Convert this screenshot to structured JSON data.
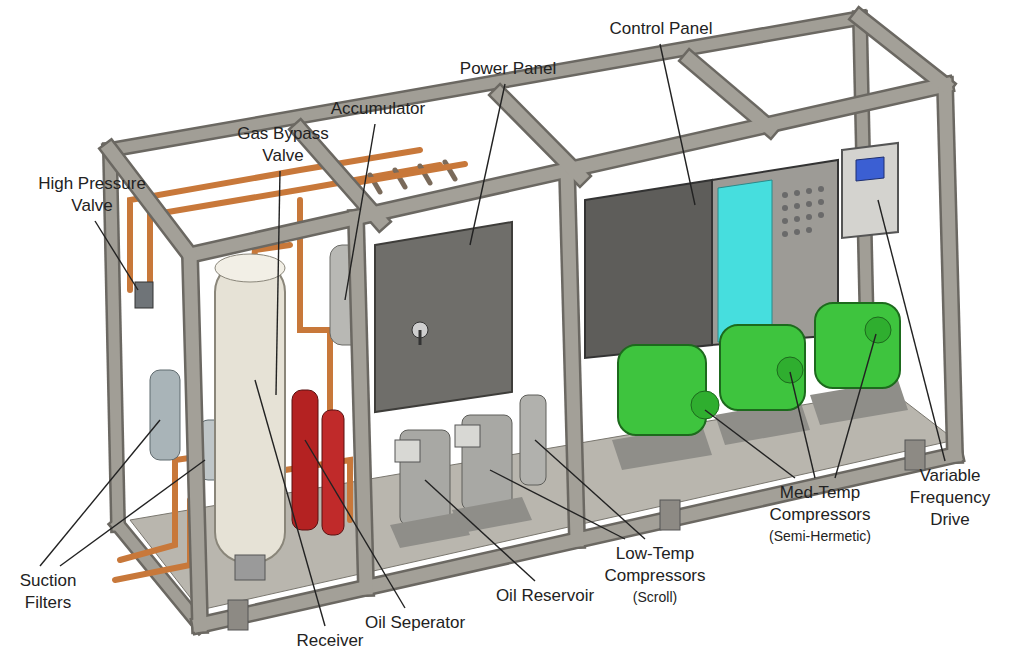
{
  "diagram": {
    "labels": [
      "Control Panel",
      "Power Panel",
      "Accumulator",
      "Gas Bypass Valve",
      "High Pressure Valve",
      "Suction Filters",
      "Receiver",
      "Oil Seperator",
      "Oil Reservoir",
      "Low-Temp Compressors",
      "(Scroll)",
      "Med-Temp Compressors",
      "(Semi-Hermetic)",
      "Variable Frequency Drive"
    ]
  }
}
